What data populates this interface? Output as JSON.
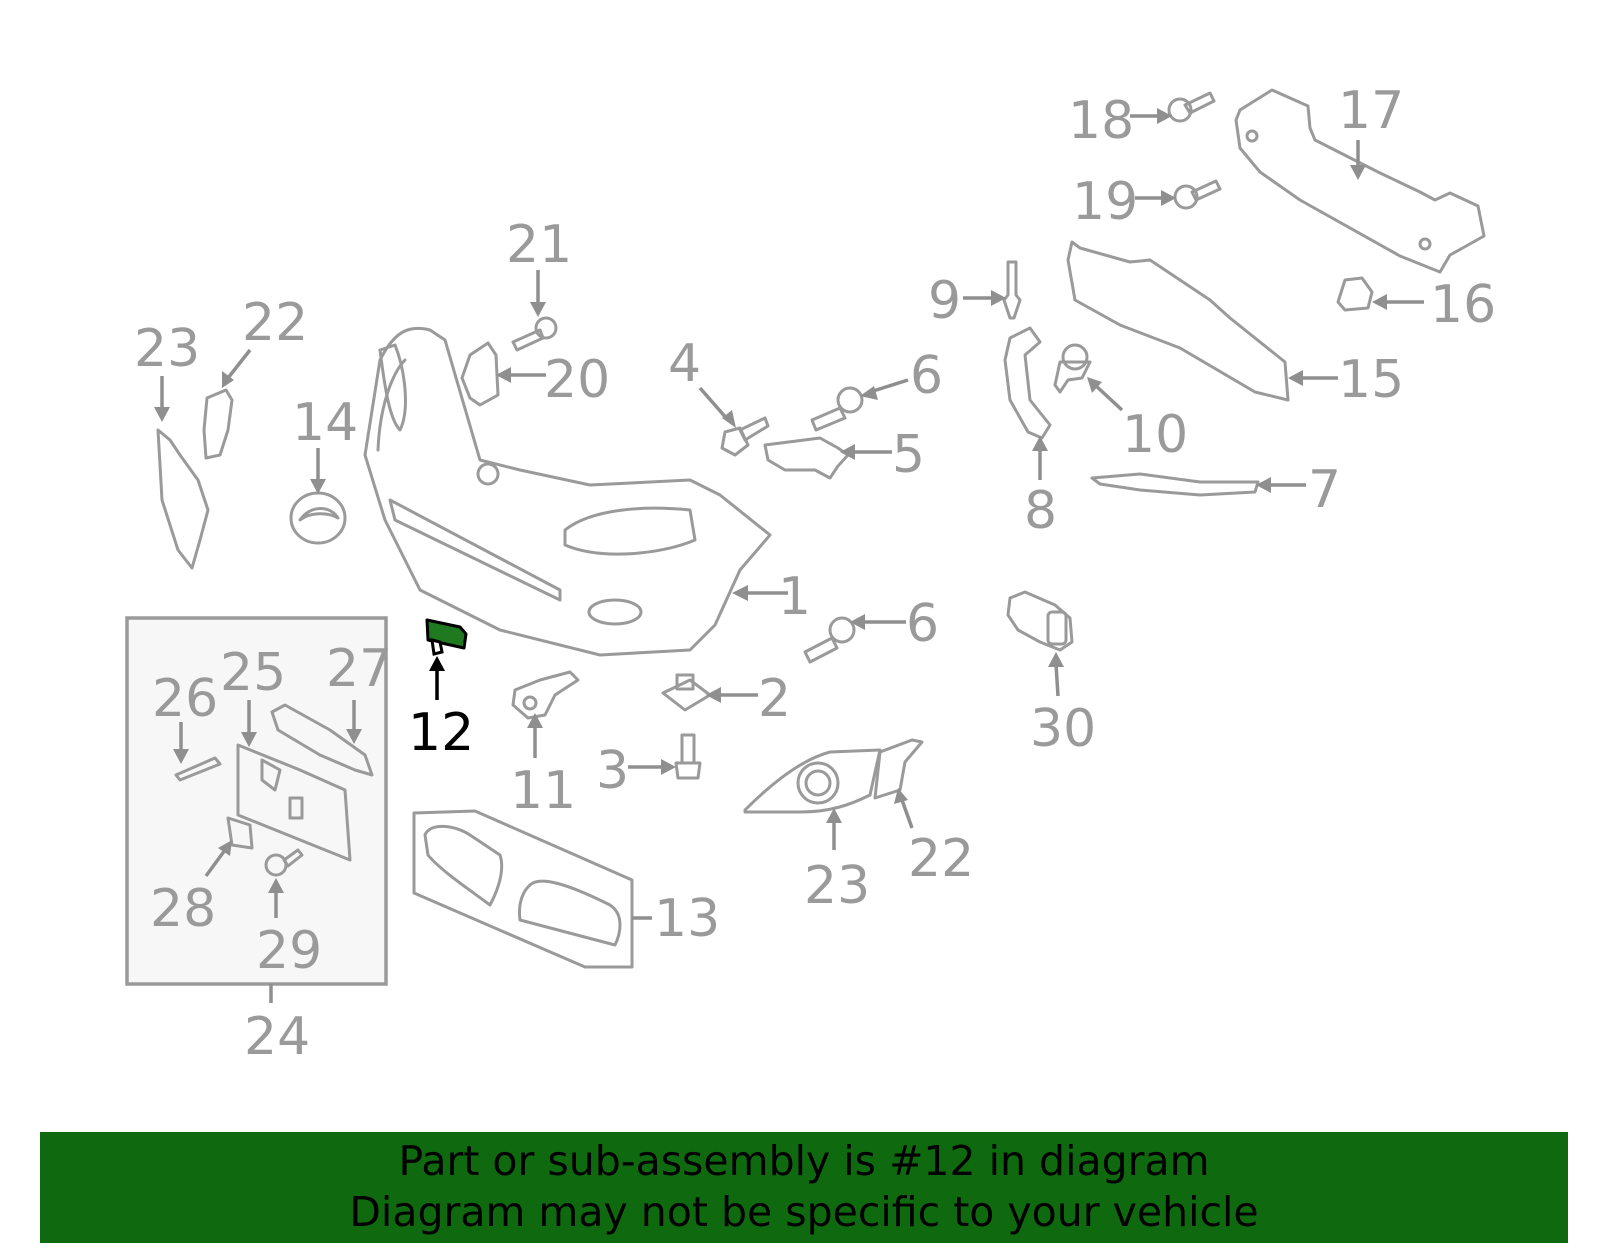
{
  "callouts": {
    "c1": "1",
    "c2": "2",
    "c3": "3",
    "c4": "4",
    "c5": "5",
    "c6a": "6",
    "c6b": "6",
    "c7": "7",
    "c8": "8",
    "c9": "9",
    "c10": "10",
    "c11": "11",
    "c12": "12",
    "c13": "13",
    "c14": "14",
    "c15": "15",
    "c16": "16",
    "c17": "17",
    "c18": "18",
    "c19": "19",
    "c20": "20",
    "c21": "21",
    "c22a": "22",
    "c22b": "22",
    "c23a": "23",
    "c23b": "23",
    "c24": "24",
    "c25": "25",
    "c26": "26",
    "c27": "27",
    "c28": "28",
    "c29": "29",
    "c30": "30"
  },
  "banner": {
    "line1": "Part or sub-assembly is #12 in diagram",
    "line2": "Diagram may not be specific to your vehicle"
  },
  "colors": {
    "banner_bg": "#0f6a0f",
    "highlight_part": "#1f7a1f",
    "line_art": "#9a9a9a"
  }
}
